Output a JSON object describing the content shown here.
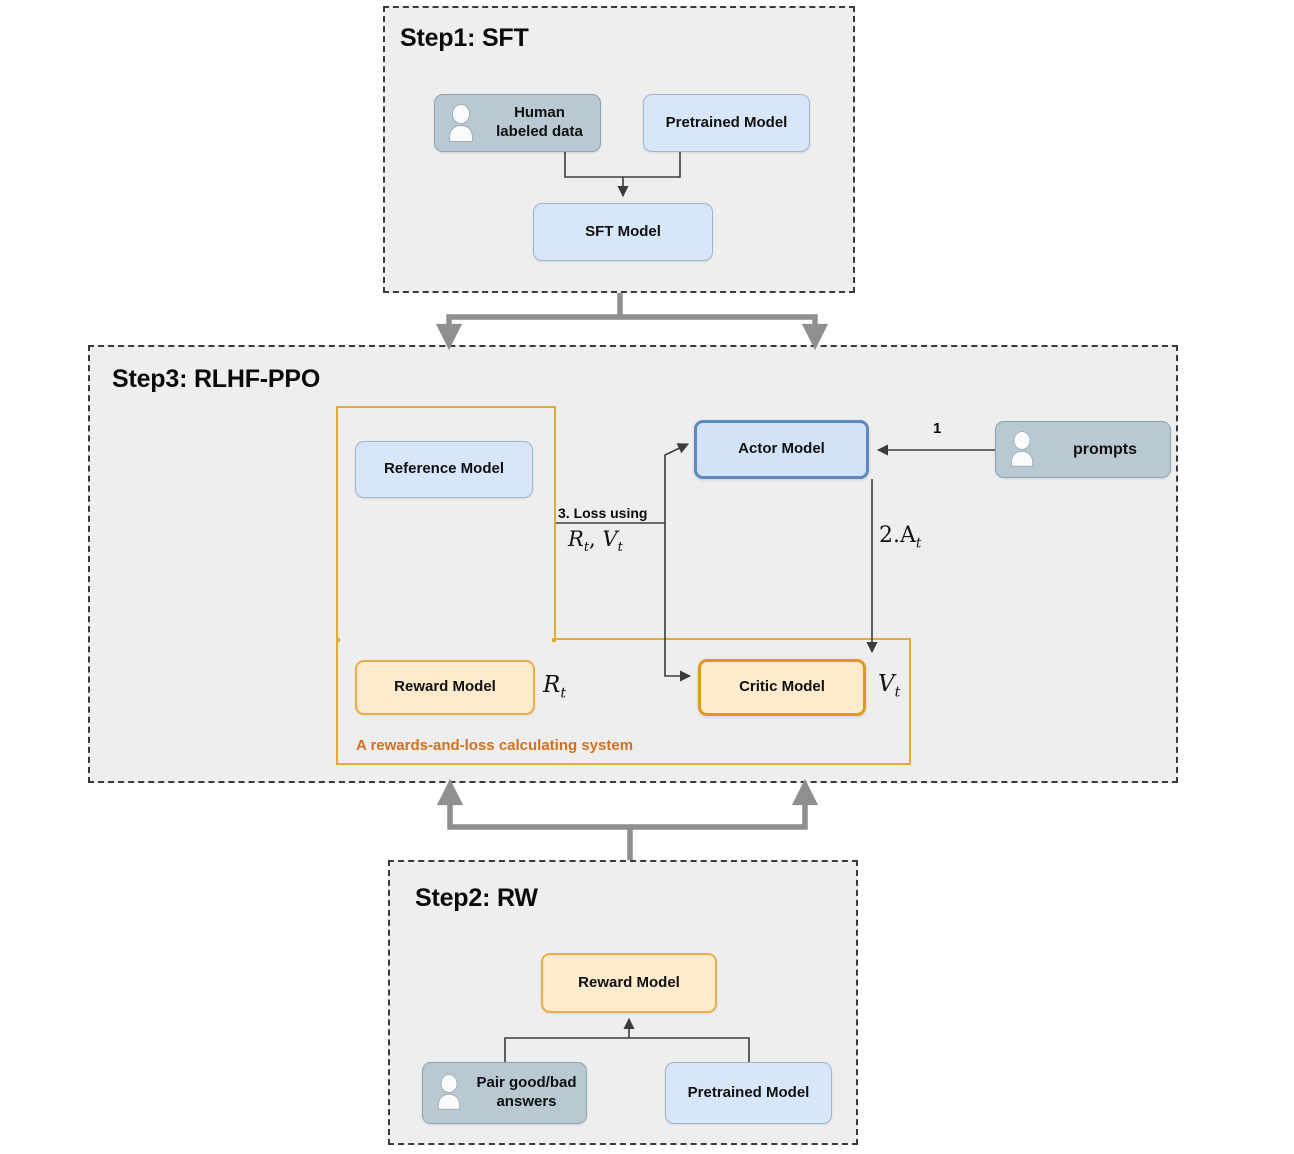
{
  "steps": [
    {
      "id": "step1",
      "title": "Step1: SFT",
      "nodes": [
        {
          "name": "human-labeled-data",
          "label": "Human\nlabeled data",
          "icon": "person-icon",
          "style": "gray"
        },
        {
          "name": "pretrained-model",
          "label": "Pretrained Model",
          "icon": null,
          "style": "blue"
        },
        {
          "name": "sft-model",
          "label": "SFT Model",
          "icon": null,
          "style": "blue"
        }
      ]
    },
    {
      "id": "step3",
      "title": "Step3: RLHF-PPO",
      "nodes": [
        {
          "name": "reference-model",
          "label": "Reference Model",
          "icon": null,
          "style": "blue"
        },
        {
          "name": "actor-model",
          "label": "Actor Model",
          "icon": null,
          "style": "blue-strong"
        },
        {
          "name": "prompts",
          "label": "prompts",
          "icon": "person-icon",
          "style": "gray"
        },
        {
          "name": "reward-model",
          "label": "Reward Model",
          "icon": null,
          "style": "orange"
        },
        {
          "name": "critic-model",
          "label": "Critic Model",
          "icon": null,
          "style": "orange-strong"
        }
      ],
      "edge_labels": {
        "prompts_to_actor": "1",
        "advantage": "2.A",
        "advantage_sub": "t",
        "loss_top": "3. Loss using",
        "loss_numerator_R": "R",
        "loss_numerator_V": "V",
        "reward_symbol": "R",
        "value_symbol": "V",
        "sub_t": "t"
      },
      "region_caption": "A rewards-and-loss calculating system"
    },
    {
      "id": "step2",
      "title": "Step2: RW",
      "nodes": [
        {
          "name": "reward-model",
          "label": "Reward Model",
          "icon": null,
          "style": "orange"
        },
        {
          "name": "pair-good-bad-answers",
          "label": "Pair good/bad\nanswers",
          "icon": "person-icon",
          "style": "gray"
        },
        {
          "name": "pretrained-model",
          "label": "Pretrained Model",
          "icon": null,
          "style": "blue"
        }
      ]
    }
  ],
  "colors": {
    "panel_bg": "#eeeeee",
    "dash_border": "#3a3a3a",
    "blue_fill": "#d7e6f8",
    "blue_border": "#9fb6cd",
    "blue_strong_border": "#5d89bf",
    "gray_fill": "#b8c9d4",
    "orange_fill": "#fdebcd",
    "orange_border": "#e8ae4a",
    "orange_strong_border": "#dd9b1d",
    "region_border": "#e4ab33",
    "caption_text": "#d2711d",
    "connector_gray": "#8f8f8f",
    "arrow_dark": "#3b3b3b"
  }
}
